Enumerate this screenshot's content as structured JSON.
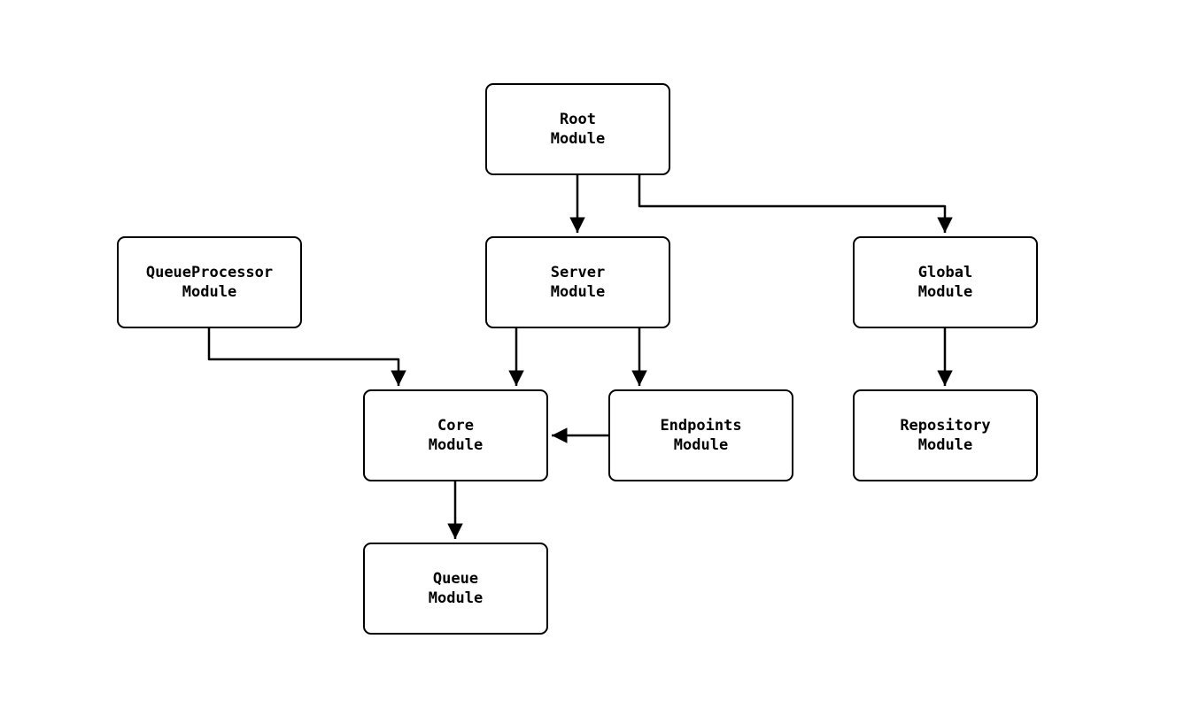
{
  "diagram": {
    "colors": {
      "background": "#ffffff",
      "node_fill": "#ffffff",
      "node_border": "#000000",
      "node_text": "#000000",
      "edge": "#000000"
    },
    "nodes": {
      "root": {
        "line1": "Root",
        "line2": "Module"
      },
      "queueprocessor": {
        "line1": "QueueProcessor",
        "line2": "Module"
      },
      "server": {
        "line1": "Server",
        "line2": "Module"
      },
      "global": {
        "line1": "Global",
        "line2": "Module"
      },
      "core": {
        "line1": "Core",
        "line2": "Module"
      },
      "endpoints": {
        "line1": "Endpoints",
        "line2": "Module"
      },
      "repository": {
        "line1": "Repository",
        "line2": "Module"
      },
      "queue": {
        "line1": "Queue",
        "line2": "Module"
      }
    },
    "edges": [
      {
        "from": "Root Module",
        "to": "Server Module"
      },
      {
        "from": "Root Module",
        "to": "Global Module"
      },
      {
        "from": "QueueProcessor Module",
        "to": "Core Module"
      },
      {
        "from": "Server Module",
        "to": "Core Module"
      },
      {
        "from": "Server Module",
        "to": "Endpoints Module"
      },
      {
        "from": "Endpoints Module",
        "to": "Core Module"
      },
      {
        "from": "Global Module",
        "to": "Repository Module"
      },
      {
        "from": "Core Module",
        "to": "Queue Module"
      }
    ]
  }
}
